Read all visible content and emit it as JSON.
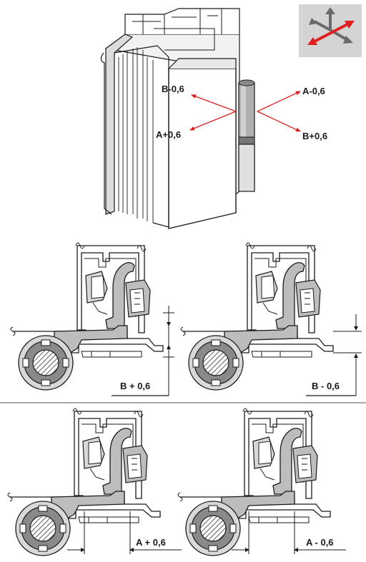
{
  "top_view": {
    "labels": {
      "b_minus": "B-0,6",
      "a_plus": "A+0,6",
      "a_minus": "A-0,6",
      "b_plus": "B+0,6"
    },
    "arrow_color": "#e02020",
    "icon": "adjustment-directions-icon"
  },
  "panels": [
    {
      "label": "B + 0,6",
      "direction": "B",
      "sign": "+"
    },
    {
      "label": "B - 0,6",
      "direction": "B",
      "sign": "-"
    },
    {
      "label": "A + 0,6",
      "direction": "A",
      "sign": "+"
    },
    {
      "label": "A - 0,6",
      "direction": "A",
      "sign": "-"
    }
  ],
  "colors": {
    "hinge_fill": "#bdbdbd",
    "barrel_fill": "#8a8a8a",
    "profile_stroke": "#1a1a1a",
    "icon_bg": "#d4d4d4"
  }
}
